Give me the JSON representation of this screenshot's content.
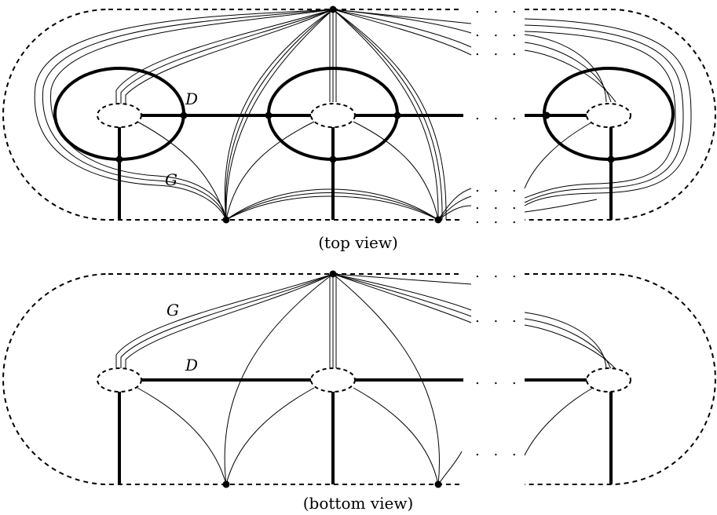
{
  "top_view": {
    "caption": "(top view)",
    "label_d": "D",
    "label_g": "G",
    "ellipsis": ". . ."
  },
  "bottom_view": {
    "caption": "(bottom view)",
    "label_d": "D",
    "label_g": "G",
    "ellipsis": ". . ."
  }
}
